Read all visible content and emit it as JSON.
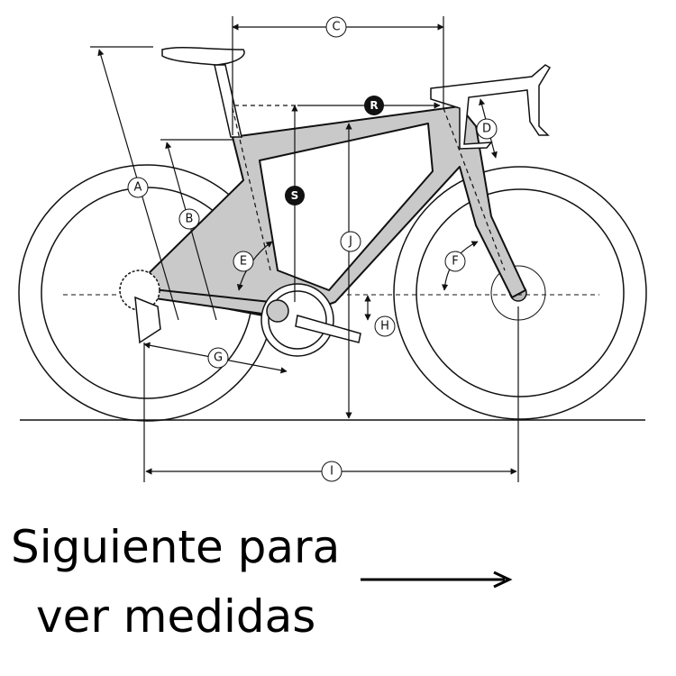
{
  "diagram": {
    "labels": {
      "A": "A",
      "B": "B",
      "C": "C",
      "D": "D",
      "E": "E",
      "F": "F",
      "G": "G",
      "H": "H",
      "I": "I",
      "J": "J",
      "R": "R",
      "S": "S"
    }
  },
  "caption": {
    "line1": "Siguiente para",
    "line2": "ver medidas",
    "arrow": "right-arrow-icon"
  },
  "colors": {
    "frame": "#c9c9c9",
    "line": "#111111"
  }
}
